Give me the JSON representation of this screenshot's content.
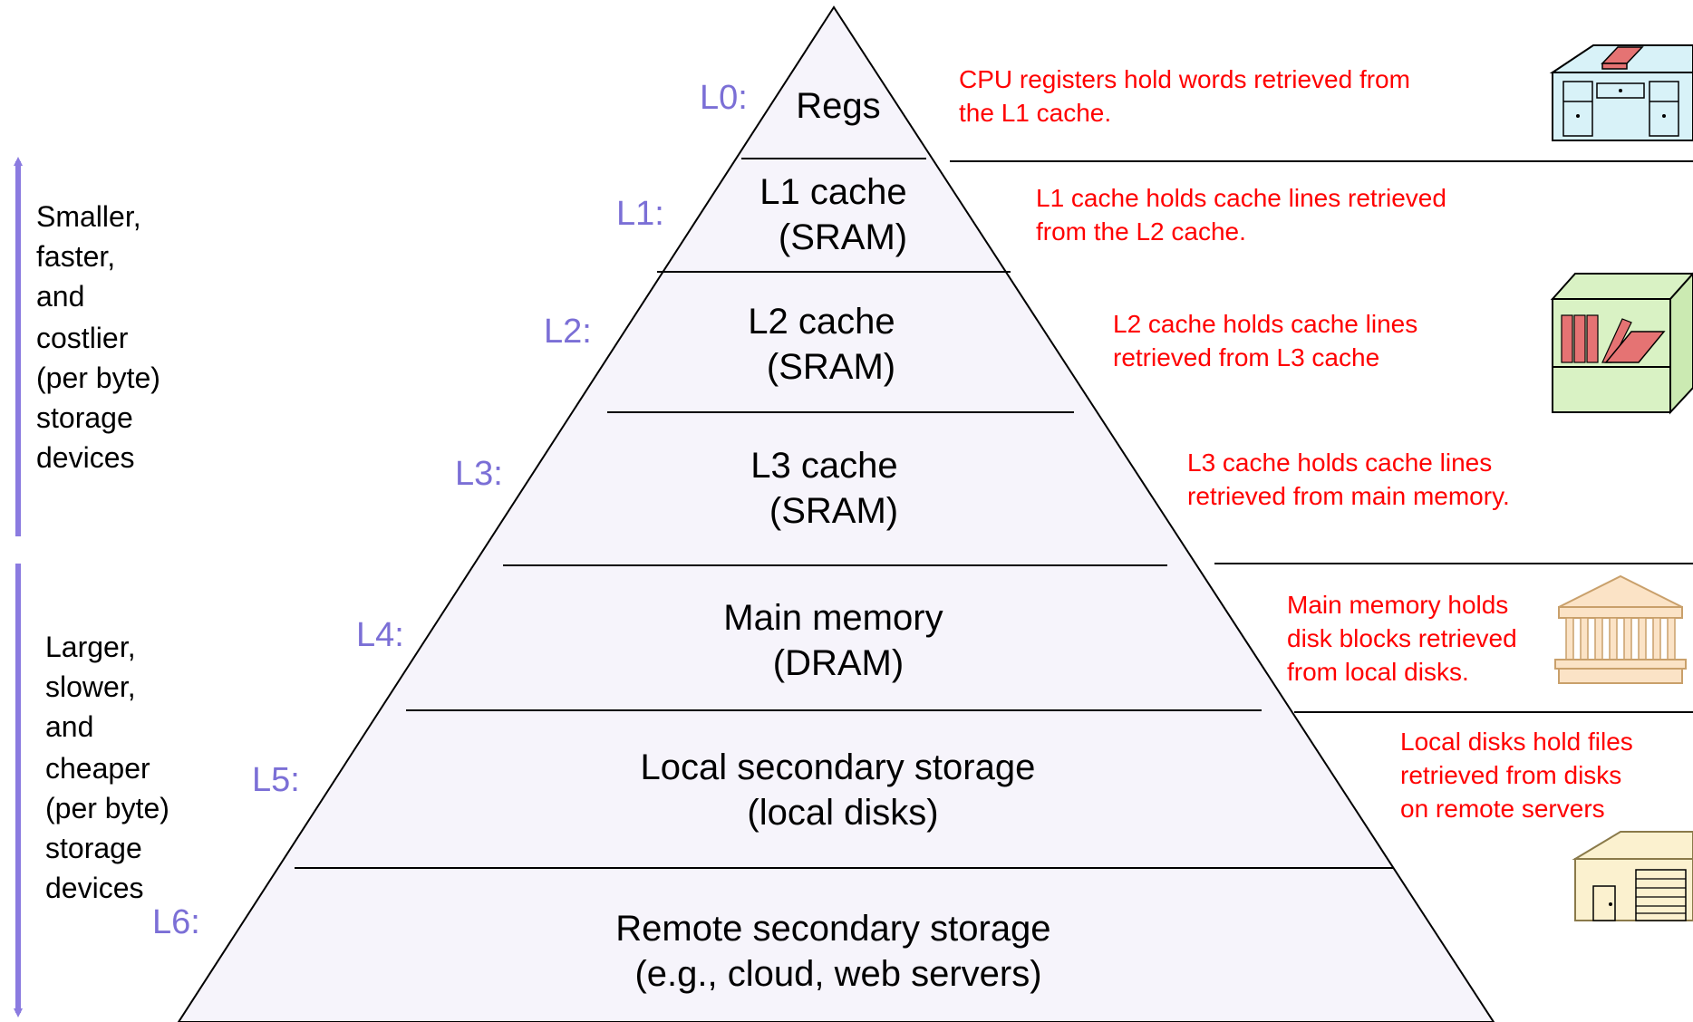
{
  "colors": {
    "level_label": "#7b6fd6",
    "description": "#ff0000",
    "arrow": "#8b7be0",
    "pyramid_fill": "#f6f4fb",
    "line": "#000000"
  },
  "tiers": [
    {
      "level": "L0:",
      "lines": [
        "Regs"
      ]
    },
    {
      "level": "L1:",
      "lines": [
        "L1 cache",
        "(SRAM)"
      ]
    },
    {
      "level": "L2:",
      "lines": [
        "L2 cache",
        "(SRAM)"
      ]
    },
    {
      "level": "L3:",
      "lines": [
        "L3 cache",
        "(SRAM)"
      ]
    },
    {
      "level": "L4:",
      "lines": [
        "Main memory",
        "(DRAM)"
      ]
    },
    {
      "level": "L5:",
      "lines": [
        "Local secondary storage",
        "(local disks)"
      ]
    },
    {
      "level": "L6:",
      "lines": [
        "Remote secondary storage",
        "(e.g., cloud, web servers)"
      ]
    }
  ],
  "descriptions": [
    {
      "lines": [
        "CPU registers hold words retrieved from",
        "the L1 cache."
      ]
    },
    {
      "lines": [
        "L1 cache holds cache lines retrieved",
        "from the L2 cache."
      ]
    },
    {
      "lines": [
        "L2 cache holds cache lines",
        " retrieved from L3 cache"
      ]
    },
    {
      "lines": [
        "L3 cache holds cache lines",
        " retrieved from main memory."
      ]
    },
    {
      "lines": [
        "Main memory holds",
        "disk blocks retrieved",
        "from local disks."
      ]
    },
    {
      "lines": [
        "Local disks hold files",
        "retrieved from disks",
        "on remote servers"
      ]
    }
  ],
  "side_labels": {
    "top": [
      "Smaller,",
      "faster,",
      "and",
      "costlier",
      "(per byte)",
      "storage",
      "devices"
    ],
    "bottom": [
      "Larger,",
      "slower,",
      "and",
      "cheaper",
      "(per byte)",
      "storage",
      "devices"
    ]
  },
  "icons": [
    {
      "name": "desk-icon"
    },
    {
      "name": "bookshelf-icon"
    },
    {
      "name": "library-icon"
    },
    {
      "name": "warehouse-icon"
    }
  ]
}
